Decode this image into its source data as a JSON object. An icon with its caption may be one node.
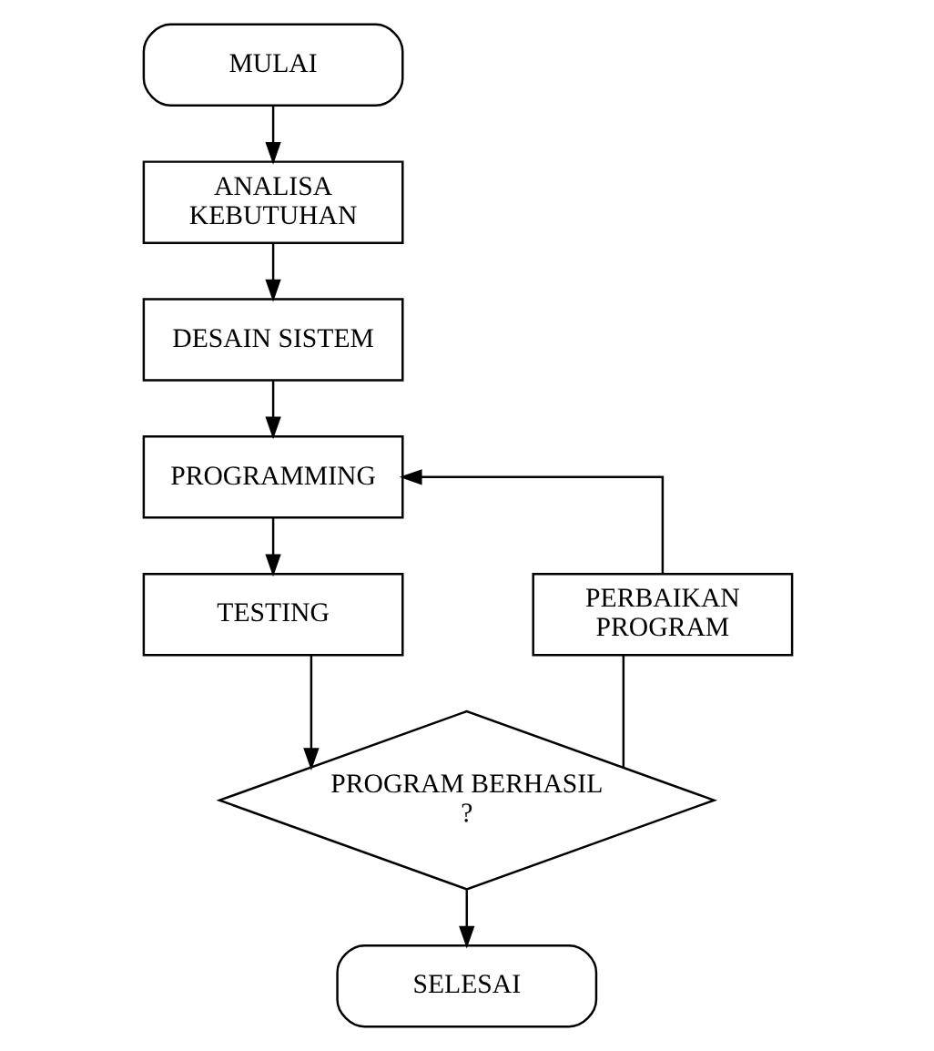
{
  "diagram": {
    "nodes": [
      {
        "text": [
          "MULAI"
        ]
      },
      {
        "text": [
          "ANALISA KEBUTUHAN"
        ]
      },
      {
        "text": [
          "DESAIN SISTEM"
        ]
      },
      {
        "text": [
          "PROGRAMMING"
        ]
      },
      {
        "text": [
          "TESTING"
        ]
      },
      {
        "text": [
          "PROGRAM BERHASIL ?"
        ]
      },
      {
        "text": [
          "SELESAI"
        ]
      },
      {
        "text": [
          "PERBAIKAN PROGRAM"
        ]
      }
    ],
    "edges": [
      {
        "from": 0,
        "to": 1,
        "arrow": "to"
      },
      {
        "from": 1,
        "to": 2,
        "arrow": "to"
      },
      {
        "from": 2,
        "to": 3,
        "arrow": "to"
      },
      {
        "from": 3,
        "to": 4,
        "arrow": "to"
      },
      {
        "from": 4,
        "to": 5,
        "arrow": "to"
      },
      {
        "from": 5,
        "to": 6,
        "arrow": "to"
      },
      {
        "from": 5,
        "to": 7,
        "arrow": "none"
      },
      {
        "from": 7,
        "to": 3,
        "arrow": "to"
      }
    ]
  }
}
